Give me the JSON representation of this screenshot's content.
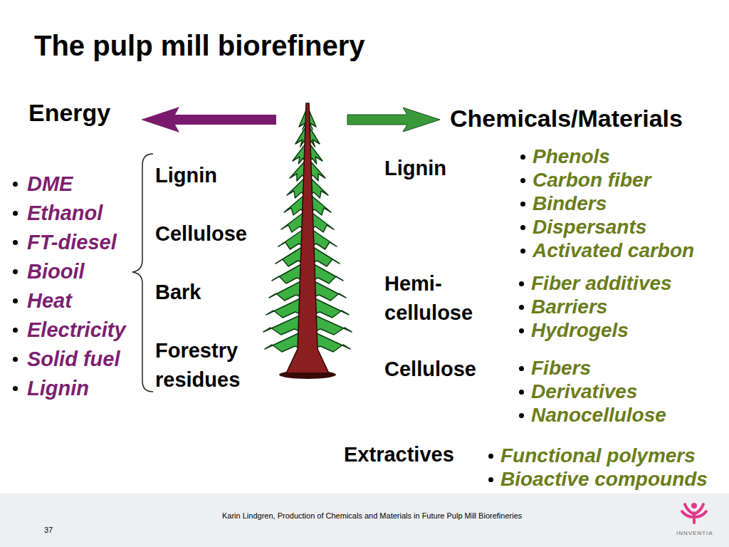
{
  "diagram": {
    "title": "The pulp mill biorefinery",
    "nodes": [
      {
        "text": [
          "Karin Lindgren, Production of Chemicals and Materials in Future Pulp Mill Biorefineries",
          "37",
          "INNVENTIA"
        ]
      }
    ],
    "labels": [
      "Energy",
      "Chemicals/Materials",
      "Lignin",
      "Cellulose",
      "Bark",
      "Forestry residues",
      "DME",
      "Ethanol",
      "FT-diesel",
      "Biooil",
      "Heat",
      "Electricity",
      "Solid fuel",
      "Lignin",
      "Lignin",
      "Phenols",
      "Carbon fiber",
      "Binders",
      "Dispersants",
      "Activated carbon",
      "Hemi- cellulose",
      "Fiber additives",
      "Barriers",
      "Hydrogels",
      "Cellulose",
      "Fibers",
      "Derivatives",
      "Nanocellulose",
      "Extractives",
      "Functional polymers",
      "Bioactive compounds"
    ]
  }
}
